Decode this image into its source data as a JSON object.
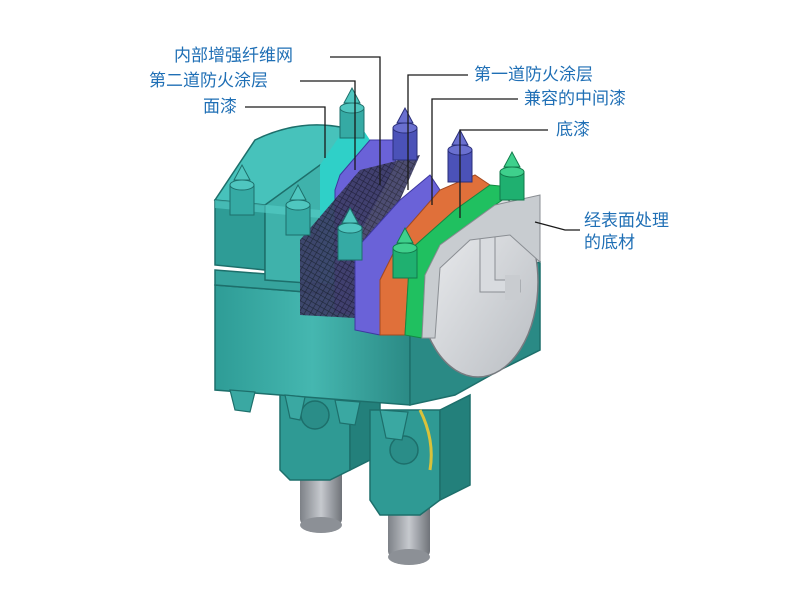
{
  "colors": {
    "label": "#1f6fb5",
    "leader": "#1a1a1a",
    "body_teal": "#3aa8a2",
    "body_dark": "#2b8783",
    "substrate_grey": "#c8ccd0",
    "primer_green": "#20c060",
    "intermediate_orange": "#e0703a",
    "fire_coat_blue": "#6a62d8",
    "mesh_dark": "#2a2a45",
    "top_coat_cyan": "#2fd0c8",
    "bolt_blue": "#4b52b8",
    "bolt_green": "#1fb070",
    "pin_grey": "#a0a4aa"
  },
  "labels": {
    "inner_mesh": "内部增强纤维网",
    "second_fire_coat": "第二道防火涂层",
    "top_coat": "面漆",
    "first_fire_coat": "第一道防火涂层",
    "compatible_intermediate": "兼容的中间漆",
    "primer": "底漆",
    "treated_substrate": "经表面处理的底材"
  }
}
